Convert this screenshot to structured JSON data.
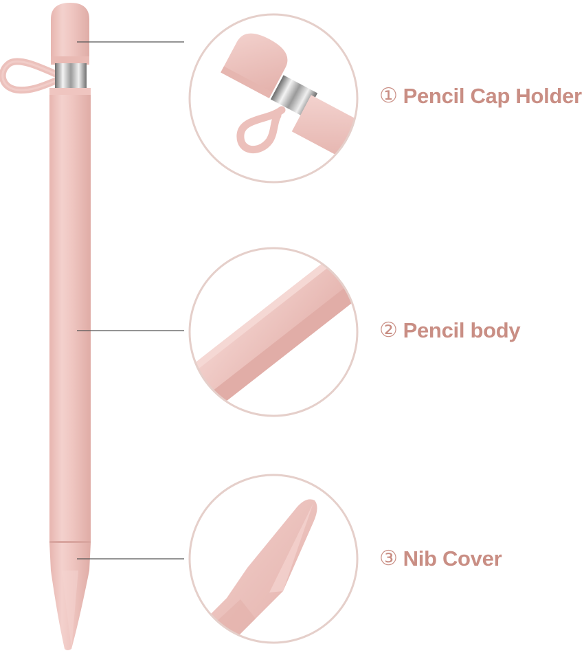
{
  "colors": {
    "label_text": "#c98e84",
    "circle_border": "#e5cfca",
    "silicone_light": "#f2cfcb",
    "silicone_mid": "#ecc0bb",
    "silicone_dark": "#e1aea8",
    "connector_line": "#555555",
    "metal_light": "#f4f4f4",
    "metal_dark": "#6c6c6c"
  },
  "parts": [
    {
      "number": "①",
      "label": "Pencil Cap Holder",
      "icon": "pencil-cap-holder-closeup"
    },
    {
      "number": "②",
      "label": "Pencil body",
      "icon": "pencil-body-closeup"
    },
    {
      "number": "③",
      "label": "Nib Cover",
      "icon": "nib-cover-closeup"
    }
  ]
}
